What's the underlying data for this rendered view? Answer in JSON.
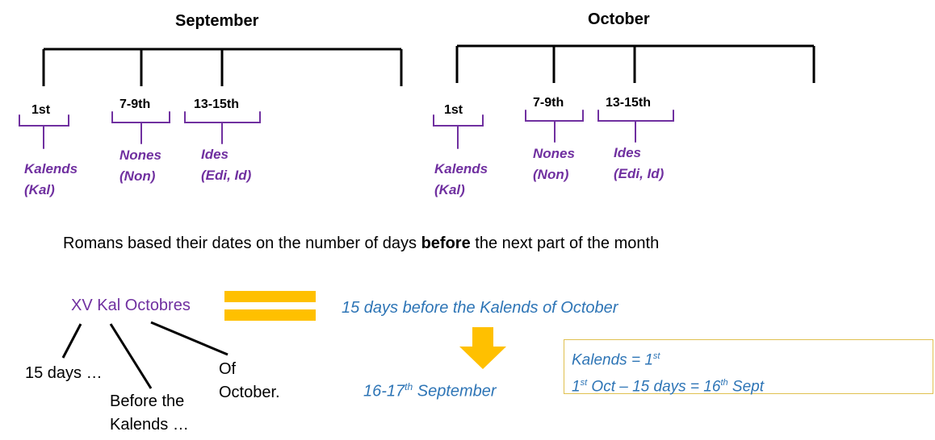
{
  "timelines": [
    {
      "month": "September",
      "days": [
        "1st",
        "7-9th",
        "13-15th"
      ],
      "parts": [
        {
          "line1": "Kalends",
          "line2": "(Kal)"
        },
        {
          "line1": "Nones",
          "line2": "(Non)"
        },
        {
          "line1": "Ides",
          "line2": "(Edi, Id)"
        }
      ]
    },
    {
      "month": "October",
      "days": [
        "1st",
        "7-9th",
        "13-15th"
      ],
      "parts": [
        {
          "line1": "Kalends",
          "line2": "(Kal)"
        },
        {
          "line1": "Nones",
          "line2": "(Non)"
        },
        {
          "line1": "Ides",
          "line2": "(Edi, Id)"
        }
      ]
    }
  ],
  "sentence": {
    "before_bold": "Romans based their dates on the number of days ",
    "bold": "before",
    "after_bold": " the next part of the month"
  },
  "example": {
    "roman_date": "XV Kal Octobres",
    "breakdown": {
      "part1": "15 days …",
      "part2_line1": "Before the",
      "part2_line2": "Kalends …",
      "part3_line1": "Of",
      "part3_line2": "October."
    },
    "translation": "15 days before the Kalends of October",
    "result_prefix": "16-17",
    "result_sup": "th",
    "result_suffix": " September"
  },
  "note": {
    "line1_prefix": "Kalends = 1",
    "line1_sup": "st",
    "line2_a": "1",
    "line2_a_sup": "st",
    "line2_b": " Oct – 15 days = 16",
    "line2_b_sup": "th",
    "line2_c": " Sept"
  },
  "colors": {
    "ink": "#000000",
    "purple": "#7030a0",
    "blue": "#2e75b6",
    "equals_and_arrow": "#ffc000",
    "note_border": "#e0c050"
  }
}
